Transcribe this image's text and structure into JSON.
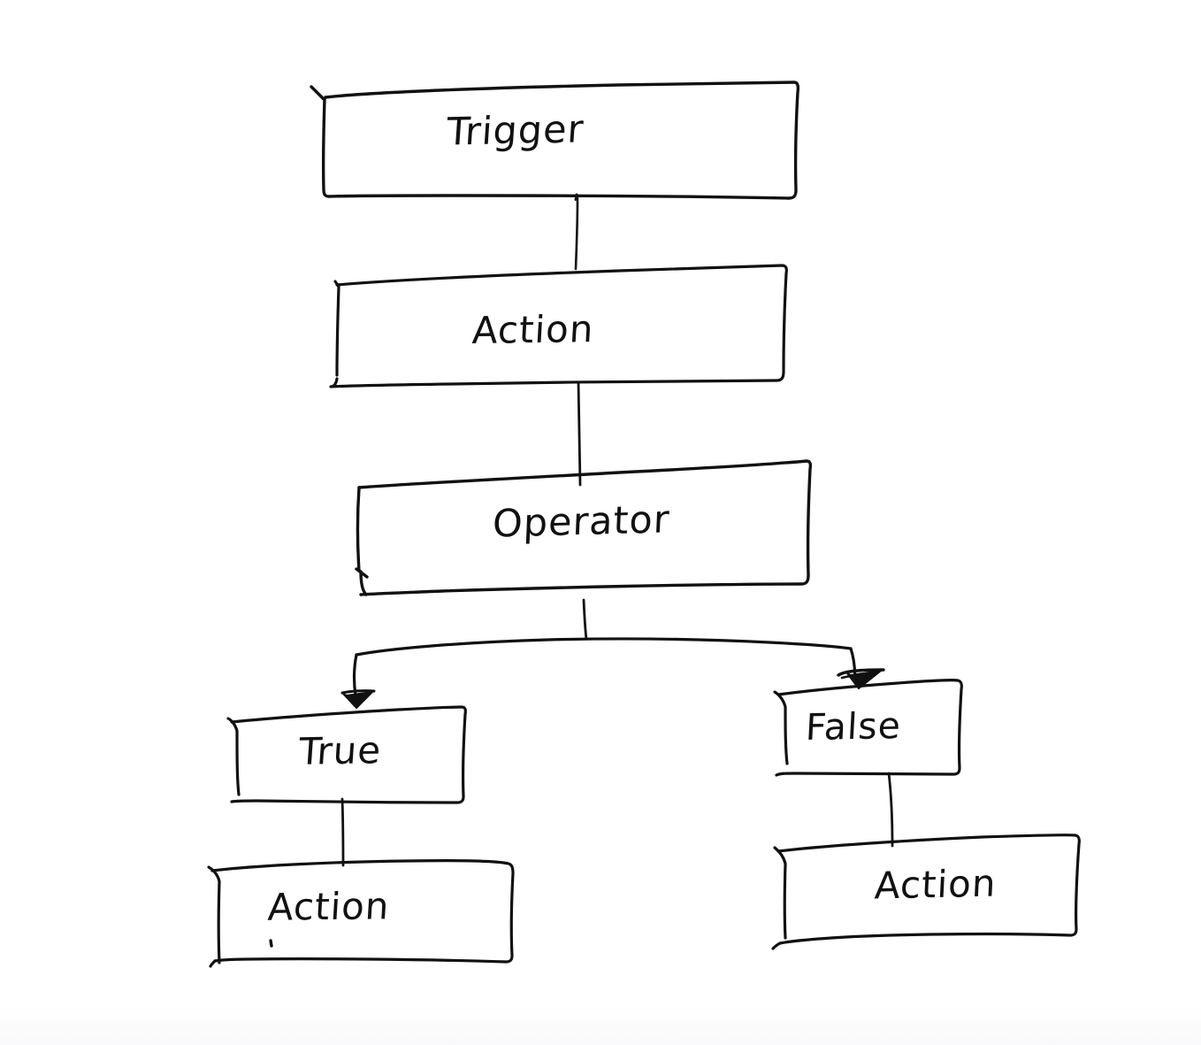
{
  "diagram": {
    "type": "flowchart",
    "style": "hand-drawn ink sketch on white paper",
    "title": "Trigger-Action-Operator branching flowchart",
    "nodes": [
      {
        "id": "trigger",
        "label": "Trigger",
        "shape": "rectangle",
        "level": 0
      },
      {
        "id": "action1",
        "label": "Action",
        "shape": "rectangle",
        "level": 1
      },
      {
        "id": "operator",
        "label": "Operator",
        "shape": "rectangle",
        "level": 2
      },
      {
        "id": "true",
        "label": "True",
        "shape": "rectangle",
        "level": 3,
        "branch": "left"
      },
      {
        "id": "false",
        "label": "False",
        "shape": "rectangle",
        "level": 3,
        "branch": "right"
      },
      {
        "id": "action2",
        "label": "Action",
        "shape": "rectangle",
        "level": 4,
        "branch": "left"
      },
      {
        "id": "action3",
        "label": "Action",
        "shape": "rectangle",
        "level": 4,
        "branch": "right"
      }
    ],
    "edges": [
      {
        "from": "trigger",
        "to": "action1",
        "style": "line",
        "arrowhead": false
      },
      {
        "from": "action1",
        "to": "operator",
        "style": "line",
        "arrowhead": false
      },
      {
        "from": "operator",
        "to": "true",
        "style": "elbow",
        "arrowhead": true
      },
      {
        "from": "operator",
        "to": "false",
        "style": "elbow",
        "arrowhead": true
      },
      {
        "from": "true",
        "to": "action2",
        "style": "line",
        "arrowhead": false
      },
      {
        "from": "false",
        "to": "action3",
        "style": "line",
        "arrowhead": false
      }
    ],
    "colors": {
      "ink": "#111111",
      "paper": "#ffffff"
    }
  }
}
